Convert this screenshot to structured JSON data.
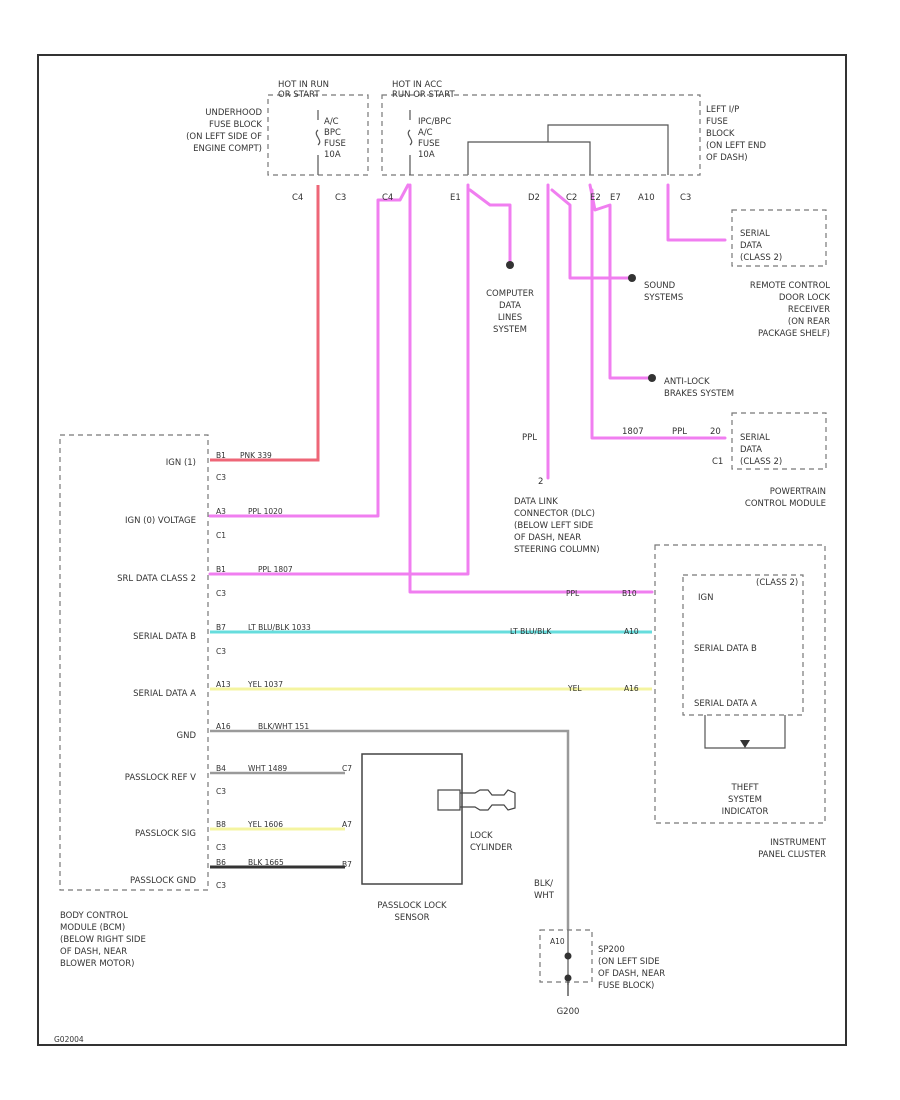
{
  "colors": {
    "pink_wire": "#f07ef0",
    "red_wire": "#ee6677",
    "cyan_wire": "#66dddd",
    "yellow_wire": "#f4f4a0",
    "gray_wire": "#9a9a9a",
    "dark_wire": "#333333",
    "frame": "#333333"
  },
  "icons": {
    "ground": "ground-icon",
    "lock_cylinder": "lock-cylinder-icon"
  },
  "figure_id": "G02004",
  "fuse_block_1": {
    "header_1": "HOT IN RUN",
    "header_2": "OR START",
    "location": [
      "UNDERHOOD",
      "FUSE BLOCK",
      "(ON LEFT SIDE OF",
      "ENGINE COMPT)"
    ],
    "fuse": [
      "A/C",
      "BPC",
      "FUSE",
      "10A"
    ],
    "connectors": [
      "C4",
      "C3"
    ]
  },
  "fuse_block_2": {
    "header_1": "HOT IN ACC",
    "header_2": "RUN OR START",
    "fuse": [
      "IPC/BPC",
      "A/C",
      "FUSE",
      "10A"
    ],
    "location": [
      "LEFT I/P",
      "FUSE",
      "BLOCK",
      "(ON LEFT END",
      "OF DASH)"
    ],
    "pins": [
      "C4",
      "E1",
      "D2",
      "C2",
      "E2",
      "E7",
      "A10",
      "C3"
    ]
  },
  "remote_control": {
    "pin_label": "SERIAL",
    "pin_label_2": "DATA",
    "pin_label_3": "(CLASS 2)",
    "name": [
      "REMOTE CONTROL",
      "DOOR LOCK",
      "RECEIVER",
      "(ON REAR",
      "PACKAGE SHELF)"
    ]
  },
  "computer_data": [
    "COMPUTER",
    "DATA",
    "LINES",
    "SYSTEM"
  ],
  "sound_system": [
    "SOUND",
    "SYSTEMS"
  ],
  "antilock": [
    "ANTI-LOCK",
    "BRAKES SYSTEM"
  ],
  "pcm": {
    "pin_label": "SERIAL",
    "pin_label_2": "DATA",
    "pin_label_3": "(CLASS 2)",
    "connector": "C1",
    "name": [
      "POWERTRAIN",
      "CONTROL MODULE"
    ],
    "wire_color": "PPL",
    "wire_circuit": "1807",
    "pin": "20"
  },
  "dlc": {
    "wire_color": "PPL",
    "pin": "2",
    "name": [
      "DATA LINK",
      "CONNECTOR (DLC)",
      "(BELOW LEFT SIDE",
      "OF DASH, NEAR",
      "STEERING COLUMN)"
    ]
  },
  "bcm": {
    "name": [
      "BODY CONTROL",
      "MODULE (BCM)",
      "(BELOW RIGHT SIDE",
      "OF DASH, NEAR",
      "BLOWER MOTOR)"
    ],
    "pins": [
      {
        "label": "IGN (1)",
        "pin": "B1",
        "wire": "PNK  339",
        "conn": "C3"
      },
      {
        "label": "IGN (0) VOLTAGE",
        "pin": "A3",
        "wire": "PPL  1020",
        "conn": "C1"
      },
      {
        "label": "SRL DATA CLASS 2",
        "pin": "B1",
        "wire": "PPL      1807",
        "conn": "C3"
      },
      {
        "label": "SERIAL DATA B",
        "pin": "B7",
        "wire": "LT BLU/BLK      1033",
        "conn": "C3"
      },
      {
        "label": "SERIAL DATA A",
        "pin": "A13",
        "wire": "YEL   1037",
        "conn": ""
      },
      {
        "label": "GND",
        "pin": "A16",
        "wire": "BLK/WHT      151",
        "conn": ""
      },
      {
        "label": "PASSLOCK REF V",
        "pin": "B4",
        "wire": "WHT   1489",
        "conn": "C3"
      },
      {
        "label": "PASSLOCK SIG",
        "pin": "B8",
        "wire": "YEL   1606",
        "conn": "C3"
      },
      {
        "label": "PASSLOCK GND",
        "pin": "B6",
        "wire": "BLK   1665",
        "conn": "C3"
      }
    ]
  },
  "cluster": {
    "inner_title": "(CLASS 2)",
    "pins": [
      {
        "label": "IGN",
        "pin": "B10",
        "wire": "PPL"
      },
      {
        "label": "SERIAL DATA B",
        "pin": "A10",
        "wire": "LT BLU/BLK"
      },
      {
        "label": "SERIAL DATA A",
        "pin": "A16",
        "wire": "YEL"
      }
    ],
    "theft": [
      "THEFT",
      "SYSTEM",
      "INDICATOR"
    ],
    "name": [
      "INSTRUMENT",
      "PANEL CLUSTER"
    ]
  },
  "sensor": {
    "pins": [
      "C7",
      "A7",
      "B7"
    ],
    "cylinder_label": [
      "LOCK",
      "CYLINDER"
    ],
    "name": [
      "PASSLOCK LOCK",
      "SENSOR"
    ]
  },
  "ground": {
    "wire": [
      "BLK/",
      "WHT"
    ],
    "pin": "A10",
    "name": [
      "SP200",
      "(ON LEFT SIDE",
      "OF DASH, NEAR",
      "FUSE BLOCK)"
    ],
    "id": "G200"
  }
}
